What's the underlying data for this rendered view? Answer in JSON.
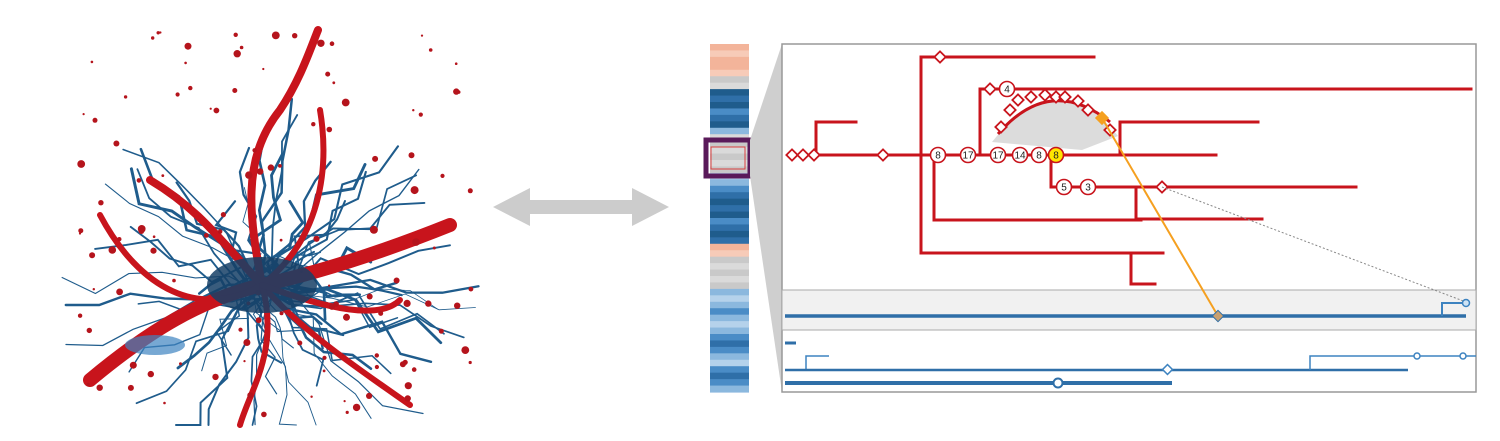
{
  "colors": {
    "red_process": "#c8141c",
    "blue_process": "#1f5c8c",
    "blue_light": "#3d83c0",
    "highlight": "#ffe600",
    "link_line": "#f5a020",
    "panel_border": "#999999",
    "double_arrow": "#cccccc",
    "overview_highlight": "#5a1a5a"
  },
  "icons": {
    "left_image": "neuron-3d-render",
    "connector": "double-arrow-icon"
  },
  "tree_labels": {
    "n8a": "8",
    "n17a": "17",
    "n17b": "17",
    "n14": "14",
    "n8b": "8",
    "n8c": "8",
    "n4": "4",
    "n5": "5",
    "n3": "3"
  }
}
